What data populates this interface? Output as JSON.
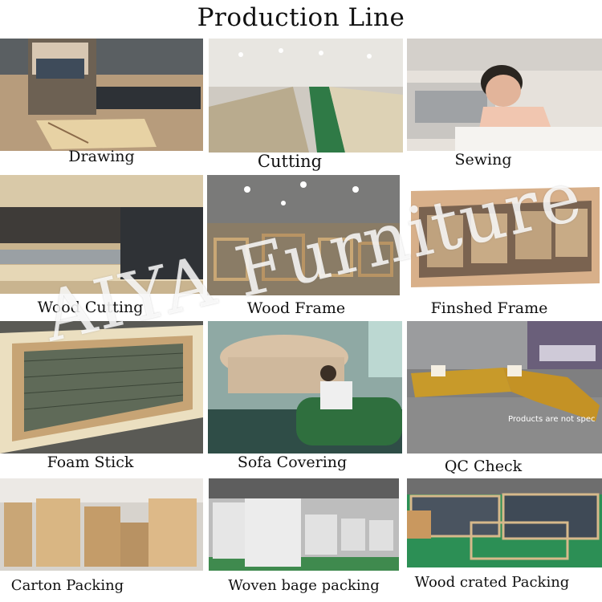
{
  "title": "Production Line",
  "steps": [
    {
      "caption": "Drawing",
      "icon": "drawing-photo"
    },
    {
      "caption": "Cutting",
      "icon": "cutting-photo"
    },
    {
      "caption": "Sewing",
      "icon": "sewing-photo"
    },
    {
      "caption": "Wood Cutting",
      "icon": "wood-cutting-photo"
    },
    {
      "caption": "Wood Frame",
      "icon": "wood-frame-photo"
    },
    {
      "caption": "Finshed Frame",
      "icon": "finished-frame-photo"
    },
    {
      "caption": "Foam Stick",
      "icon": "foam-stick-photo"
    },
    {
      "caption": "Sofa Covering",
      "icon": "sofa-covering-photo"
    },
    {
      "caption": "QC Check",
      "icon": "qc-check-photo"
    },
    {
      "caption": "Carton Packing",
      "icon": "carton-packing-photo"
    },
    {
      "caption": "Woven bage packing",
      "icon": "woven-bag-packing-photo"
    },
    {
      "caption": "Wood crated Packing",
      "icon": "wood-crated-packing-photo"
    }
  ],
  "watermark": "AIYA Furniture",
  "qc_note": "Products are not spec",
  "colors": {
    "text": "#111111",
    "watermark": "#ffffff"
  }
}
